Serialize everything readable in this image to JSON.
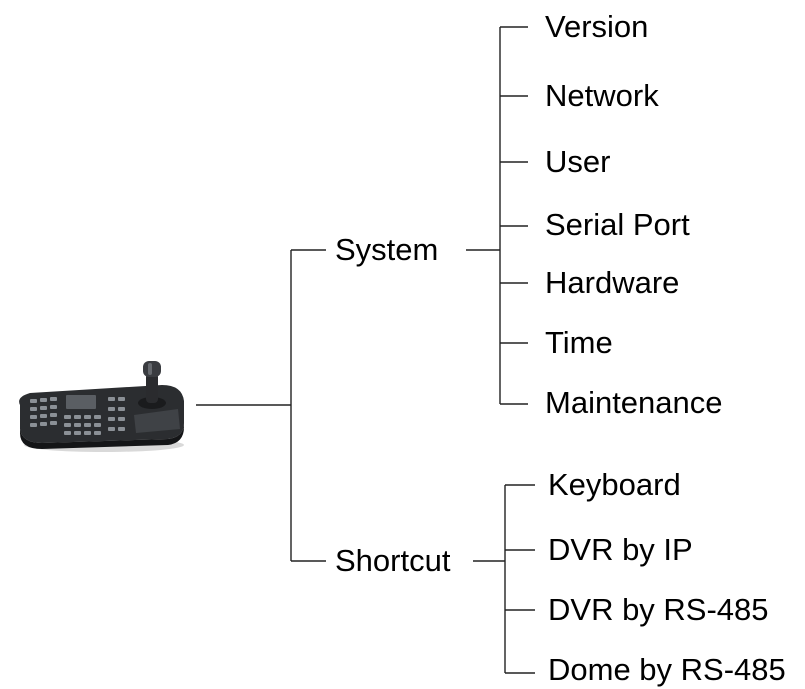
{
  "diagram": {
    "root": {
      "icon": "ptz-keyboard-joystick-icon"
    },
    "branches": [
      {
        "label": "System",
        "children": [
          "Version",
          "Network",
          "User",
          "Serial Port",
          "Hardware",
          "Time",
          "Maintenance"
        ]
      },
      {
        "label": "Shortcut",
        "children": [
          "Keyboard",
          "DVR by IP",
          "DVR by RS-485",
          "Dome by RS-485"
        ]
      }
    ]
  }
}
